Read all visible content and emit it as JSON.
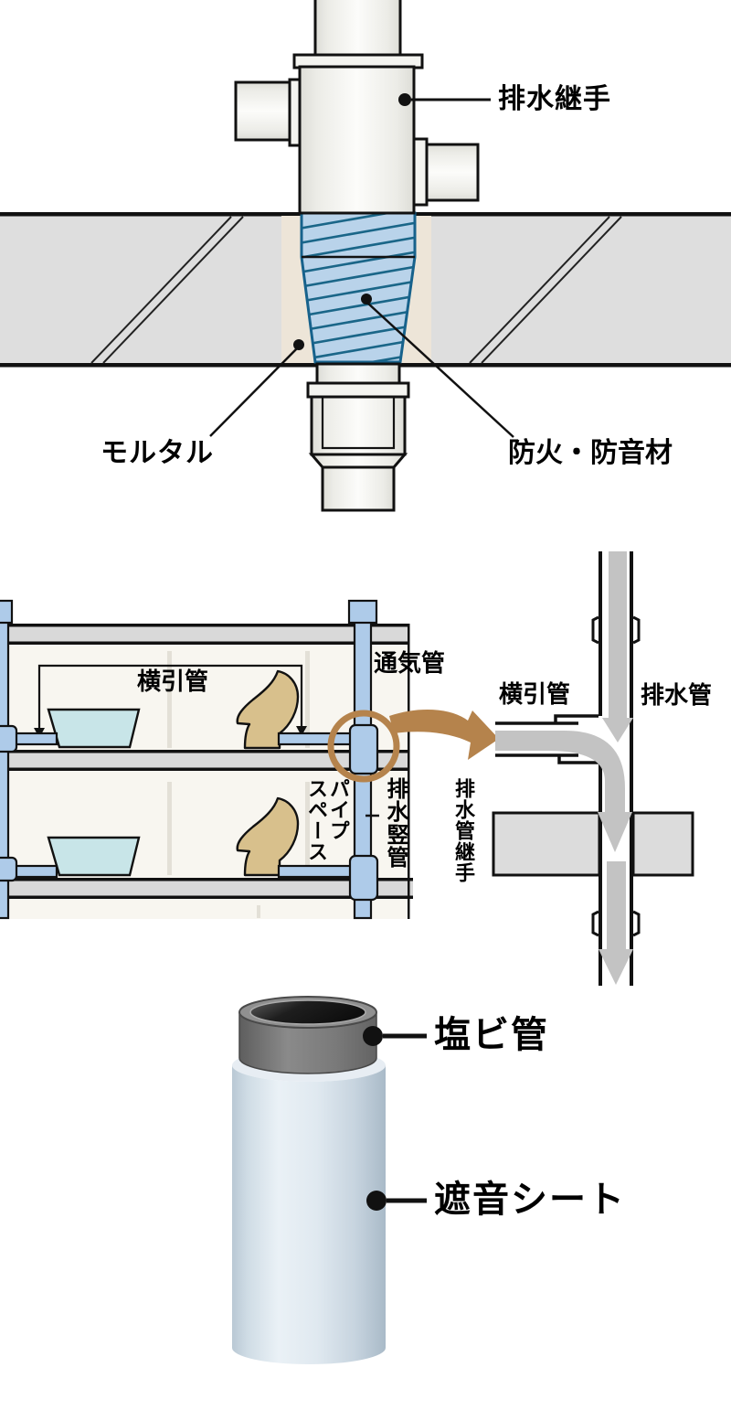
{
  "fig1": {
    "fitting_label": "排水継手",
    "mortar_label": "モルタル",
    "fireproof_label": "防火・防音材"
  },
  "fig2": {
    "branch_label": "横引管",
    "vent_label": "通気管",
    "pipe_space_label": "パイプ\nスペース",
    "stack_label": "排水竪管",
    "detail_branch_label": "横引管",
    "drain_label": "排水管",
    "drain_fitting_label": "排水管継手"
  },
  "fig3": {
    "pvc_label": "塩ビ管",
    "sheet_label": "遮音シート"
  },
  "colors": {
    "fireproof_fill": "#B9D3EA",
    "fireproof_line": "#1A6688",
    "mortar_beige": "#EDE5D8",
    "slab_gray": "#DCDCDC",
    "pipe_blue": "#AECBE9",
    "room_cream": "#F8F6F0",
    "basin_cyan": "#C8E5E8",
    "toilet_tan": "#D8C08C",
    "highlight_brown": "#B5834C",
    "flow_gray": "#C3C3C3"
  }
}
